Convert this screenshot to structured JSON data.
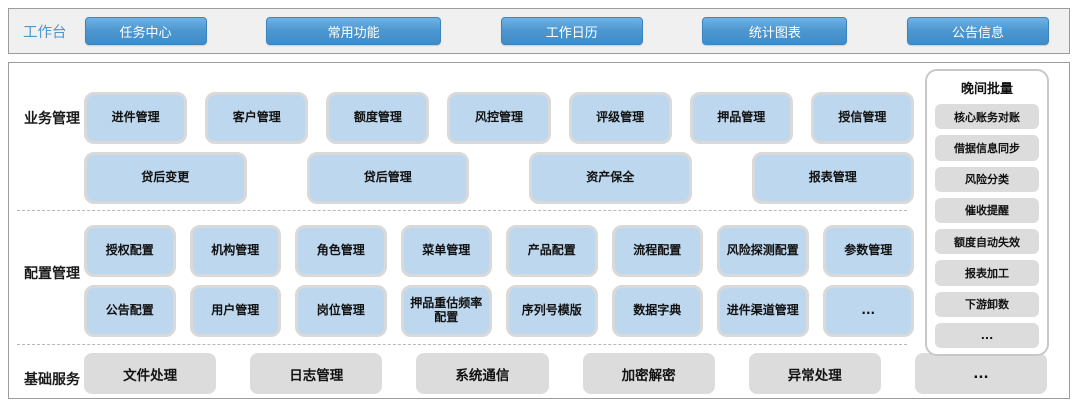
{
  "colors": {
    "accent_blue": "#4a95cf",
    "card_blue": "#bdd7ee",
    "card_gray": "#dcdcdc",
    "panel_border": "#9c9c9c"
  },
  "topbar": {
    "label": "工作台",
    "buttons": [
      "任务中心",
      "常用功能",
      "工作日历",
      "统计图表",
      "公告信息"
    ]
  },
  "sections": {
    "business": {
      "label": "业务管理",
      "row1": [
        "进件管理",
        "客户管理",
        "额度管理",
        "风控管理",
        "评级管理",
        "押品管理",
        "授信管理"
      ],
      "row2": [
        "贷后变更",
        "贷后管理",
        "资产保全",
        "报表管理"
      ]
    },
    "config": {
      "label": "配置管理",
      "row1": [
        "授权配置",
        "机构管理",
        "角色管理",
        "菜单管理",
        "产品配置",
        "流程配置",
        "风险探测配置",
        "参数管理"
      ],
      "row2": [
        "公告配置",
        "用户管理",
        "岗位管理",
        "押品重估频率配置",
        "序列号模版",
        "数据字典",
        "进件渠道管理",
        "..."
      ]
    },
    "base": {
      "label": "基础服务",
      "items": [
        "文件处理",
        "日志管理",
        "系统通信",
        "加密解密",
        "异常处理",
        "..."
      ]
    }
  },
  "sidebar": {
    "title": "晚间批量",
    "items": [
      "核心账务对账",
      "借据信息同步",
      "风险分类",
      "催收提醒",
      "额度自动失效",
      "报表加工",
      "下游卸数",
      "..."
    ]
  }
}
